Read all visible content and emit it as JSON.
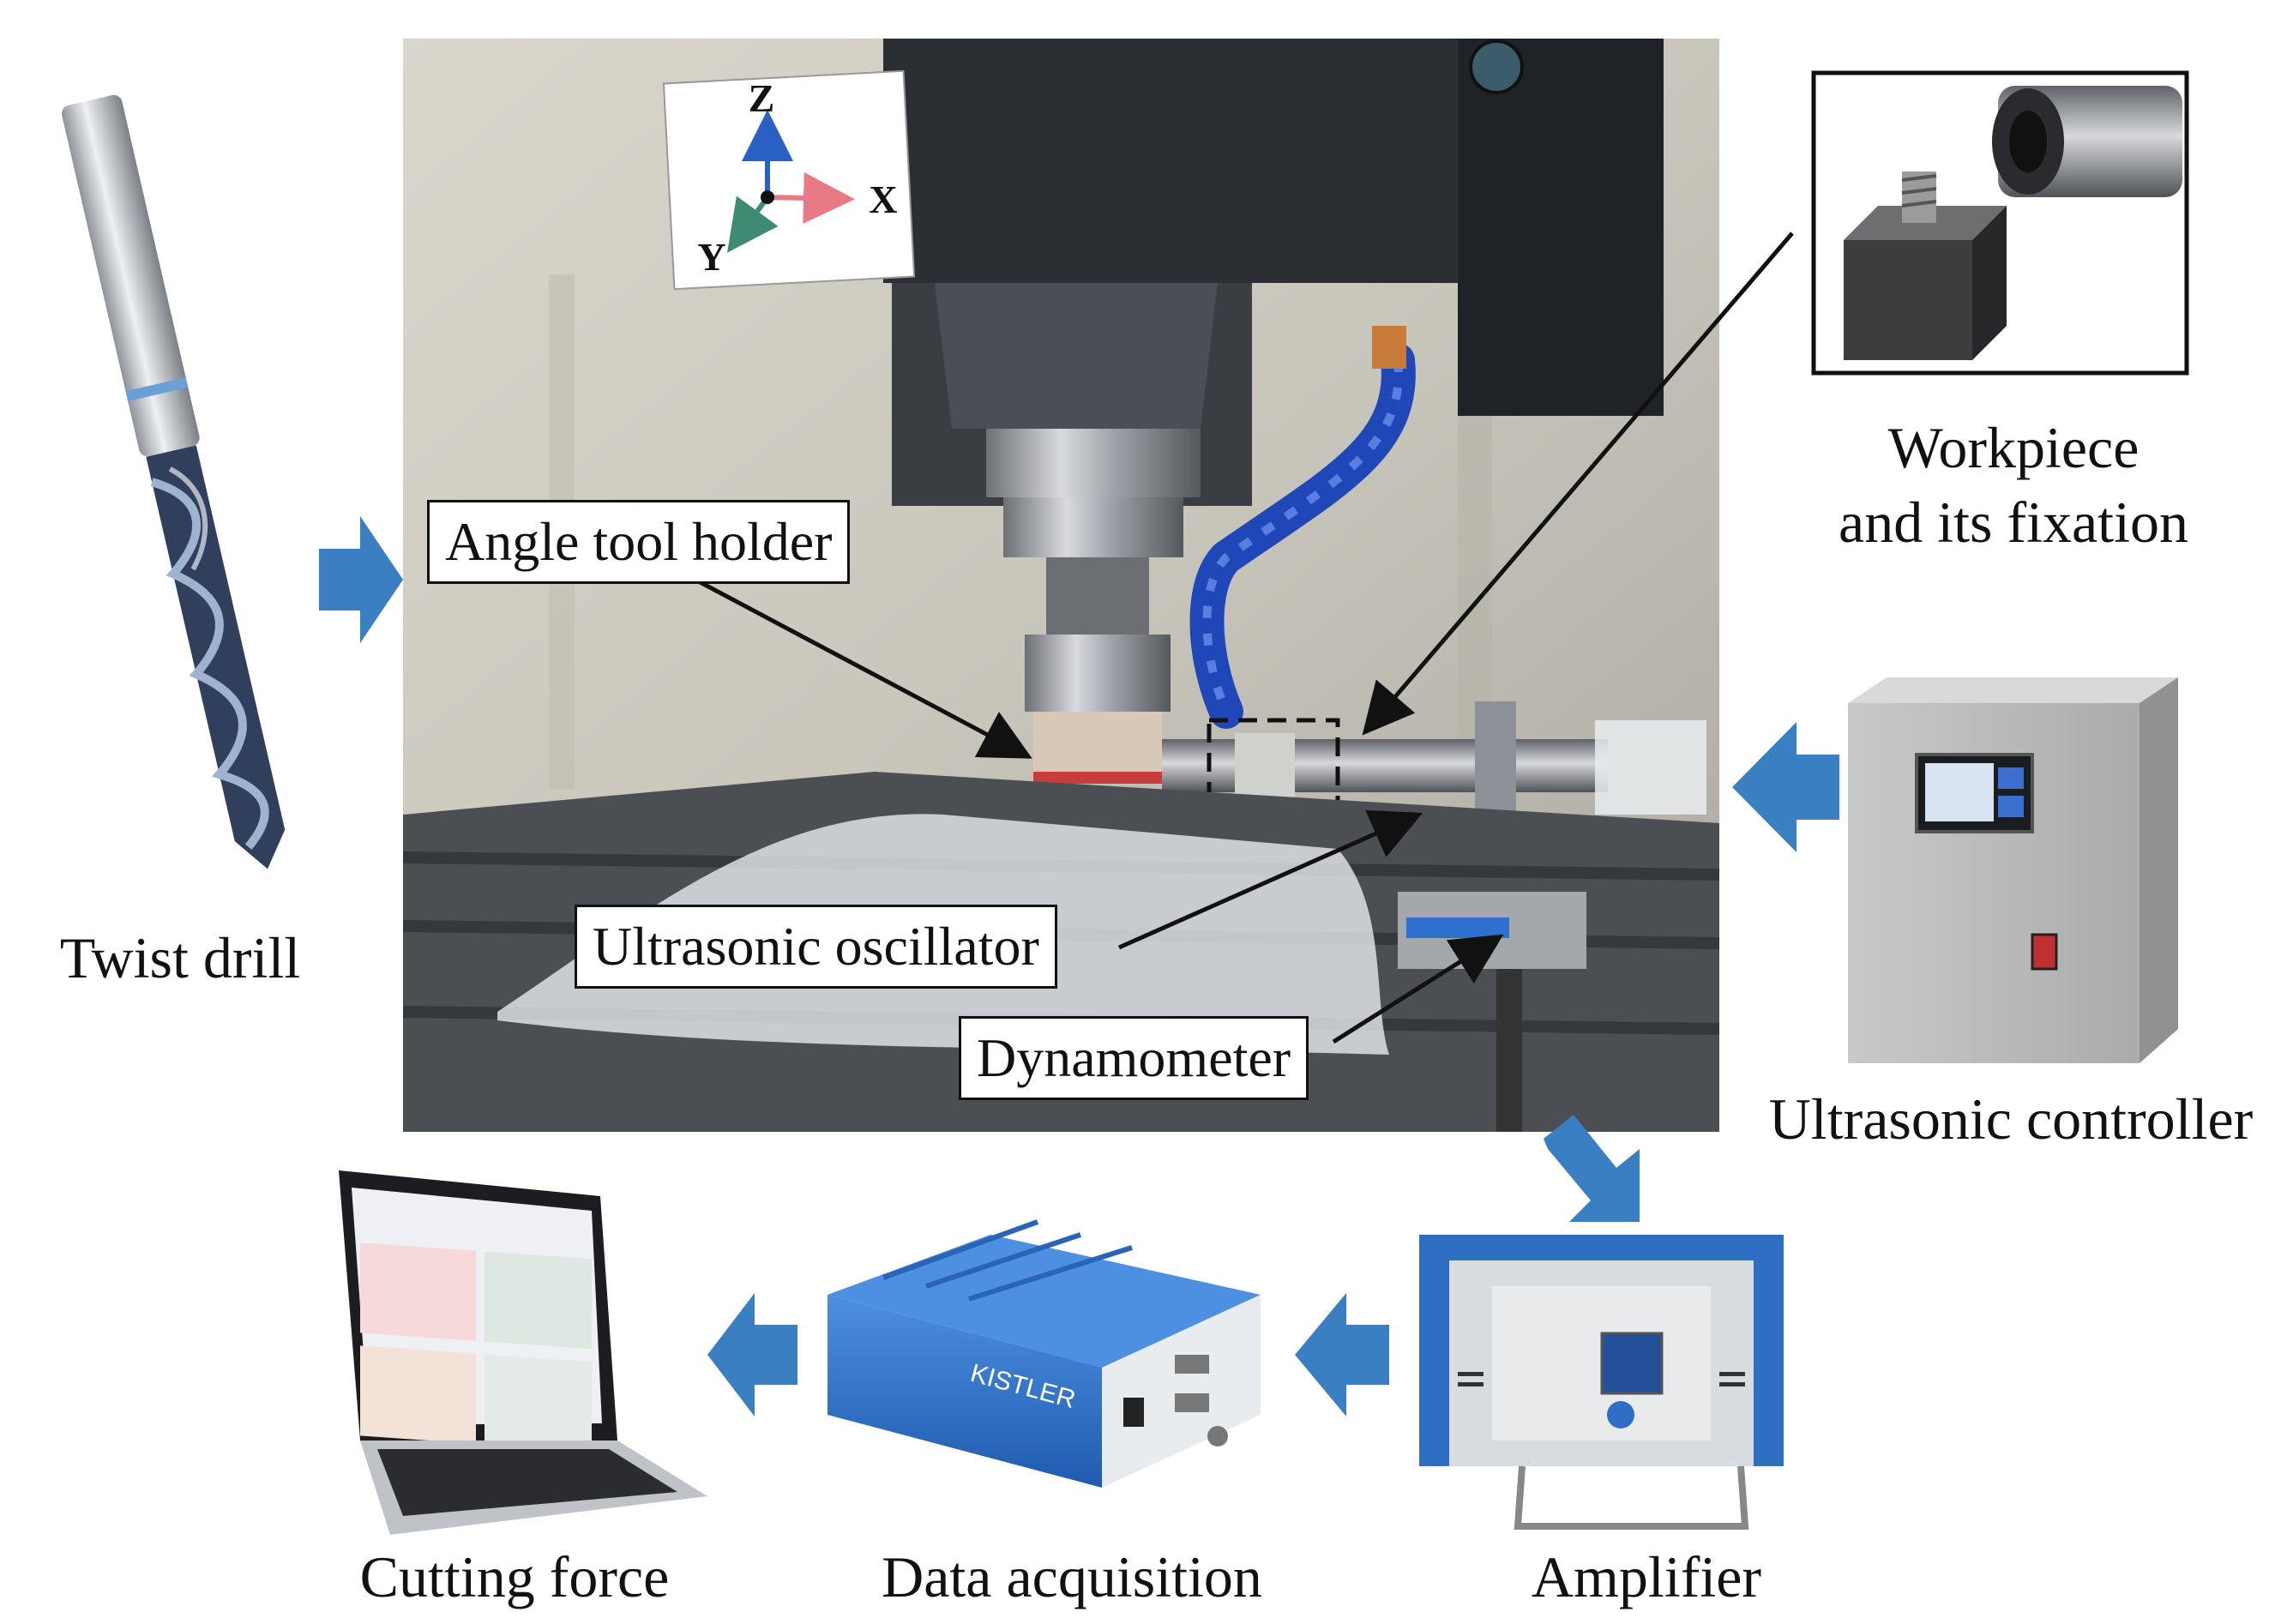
{
  "captions": {
    "twist_drill": "Twist drill",
    "workpiece_line1": "Workpiece",
    "workpiece_line2": "and its fixation",
    "ultrasonic_controller": "Ultrasonic controller",
    "amplifier": "Amplifier",
    "data_acquisition": "Data acquisition",
    "cutting_force": "Cutting force"
  },
  "callouts": {
    "angle_tool_holder": "Angle tool holder",
    "ultrasonic_oscillator": "Ultrasonic oscillator",
    "dynamometer": "Dynamometer"
  },
  "axes": {
    "z": "Z",
    "x": "X",
    "y": "Y"
  },
  "device_text": {
    "brand": "KISTLER"
  },
  "colors": {
    "flow_arrow": "#3a7fc1",
    "kistler_blue": "#2e6fc4",
    "coolant_hose": "#1f47b8",
    "machine_dark": "#2b2e33",
    "axis_z": "#2a5fc4",
    "axis_x": "#e87a86",
    "axis_y": "#3f8a73"
  }
}
